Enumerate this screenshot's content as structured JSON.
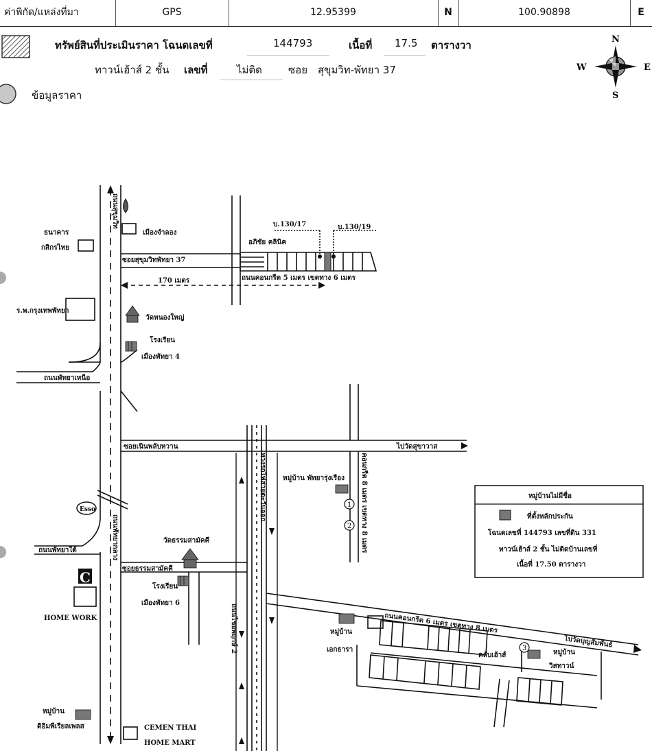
{
  "header": {
    "coord_label": "ค่าพิกัด/แหล่งที่มา",
    "source": "GPS",
    "latitude": "12.95399",
    "lat_dir": "N",
    "longitude": "100.90898",
    "lon_dir": "E"
  },
  "asset": {
    "title": "ทรัพย์สินที่ประเมินราคา โฉนดเลขที่",
    "deed_no": "144793",
    "area_label": "เนื้อที่",
    "area_value": "17.5",
    "area_unit": "ตารางวา",
    "type": "ทาวน์เฮ้าส์ 2 ชั้น",
    "house_no_label": "เลขที่",
    "house_no": "ไม่ติด",
    "soi_label": "ซอย",
    "soi": "สุขุมวิท-พัทยา 37"
  },
  "price_info_label": "ข้อมูลราคา",
  "compass": {
    "n": "N",
    "s": "S",
    "e": "E",
    "w": "W"
  },
  "map": {
    "labels": {
      "sukhumvit": "ถนนสุขุมวิท",
      "muang_chamlong": "เมืองจำลอง",
      "bank": "ธนาคาร",
      "bank2": "กสิกรไทย",
      "soi37": "ซอยสุขุมวิทพัทยา 37",
      "distance": "170 เมตร",
      "hospital": "ร.พ.กรุงเทพพัทยา",
      "wat_nong_yai": "วัดหนองใหญ่",
      "school4a": "โรงเรียน",
      "school4b": "เมืองพัทยา 4",
      "north_pattaya": "ถนนพัทยาเหนือ",
      "soi_noen": "ซอยเนินพลับหวาน",
      "to_sukhumvit": "ไปวัดสุขาวาส",
      "village_pr": "หมู่บ้าน พัทยารุ่งเรือง",
      "concrete8": "คอนกรีต 8 เมตร เขตทาง 8 เมตร",
      "esso": "Esso",
      "central_pattaya": "ถนนพัทยากลาง",
      "wat_thammasamakkhi": "วัดธรรมสามัคคี",
      "south_pattaya": "ถนนพัทยาใต้",
      "soi_thamma": "ซอยธรรมสามัคคี",
      "school6a": "โรงเรียน",
      "school6b": "เมืองพัทยา 6",
      "home_work": "HOME WORK",
      "railway": "ทางรถไฟสายตะวันออก",
      "chaiyaphruek": "ถนนไชยพฤกษ์ 2",
      "road6": "ถนนคอนกรีต 6 เมตร เขตทาง 8 เมตร",
      "to_wat_bunsamphan": "ไปวัดบุญสัมพันธ์",
      "village_ek_a": "หมู่บ้าน",
      "village_ek_b": "เอกธารา",
      "clubhouse": "คลับเฮ้าส์",
      "village_v_a": "หมู่บ้าน",
      "village_v_b": "วิสทาวน์",
      "village_dp_a": "หมู่บ้าน",
      "village_dp_b": "ดิอิมพีเรียลเพลส",
      "cemen1": "CEMEN THAI",
      "cemen2": "HOME MART",
      "b130_17": "บ.130/17",
      "b130_19": "บ.130/19",
      "clinic": "อภิชัย คลินิค",
      "road5": "ถนนคอนกรีต 5 เมตร เขตทาง 6 เมตร",
      "c1": "1",
      "c2": "2",
      "c3": "3"
    },
    "legend": {
      "title": "หมู่บ้านไม่มีชื่อ",
      "loc_label": "ที่ตั้งหลักประกัน",
      "line1": "โฉนดเลขที่ 144793 เลขที่ดิน 331",
      "line2": "ทาวน์เฮ้าส์ 2 ชั้น ไม่ติดบ้านเลขที่",
      "line3": "เนื้อที่ 17.50 ตารางวา"
    }
  }
}
